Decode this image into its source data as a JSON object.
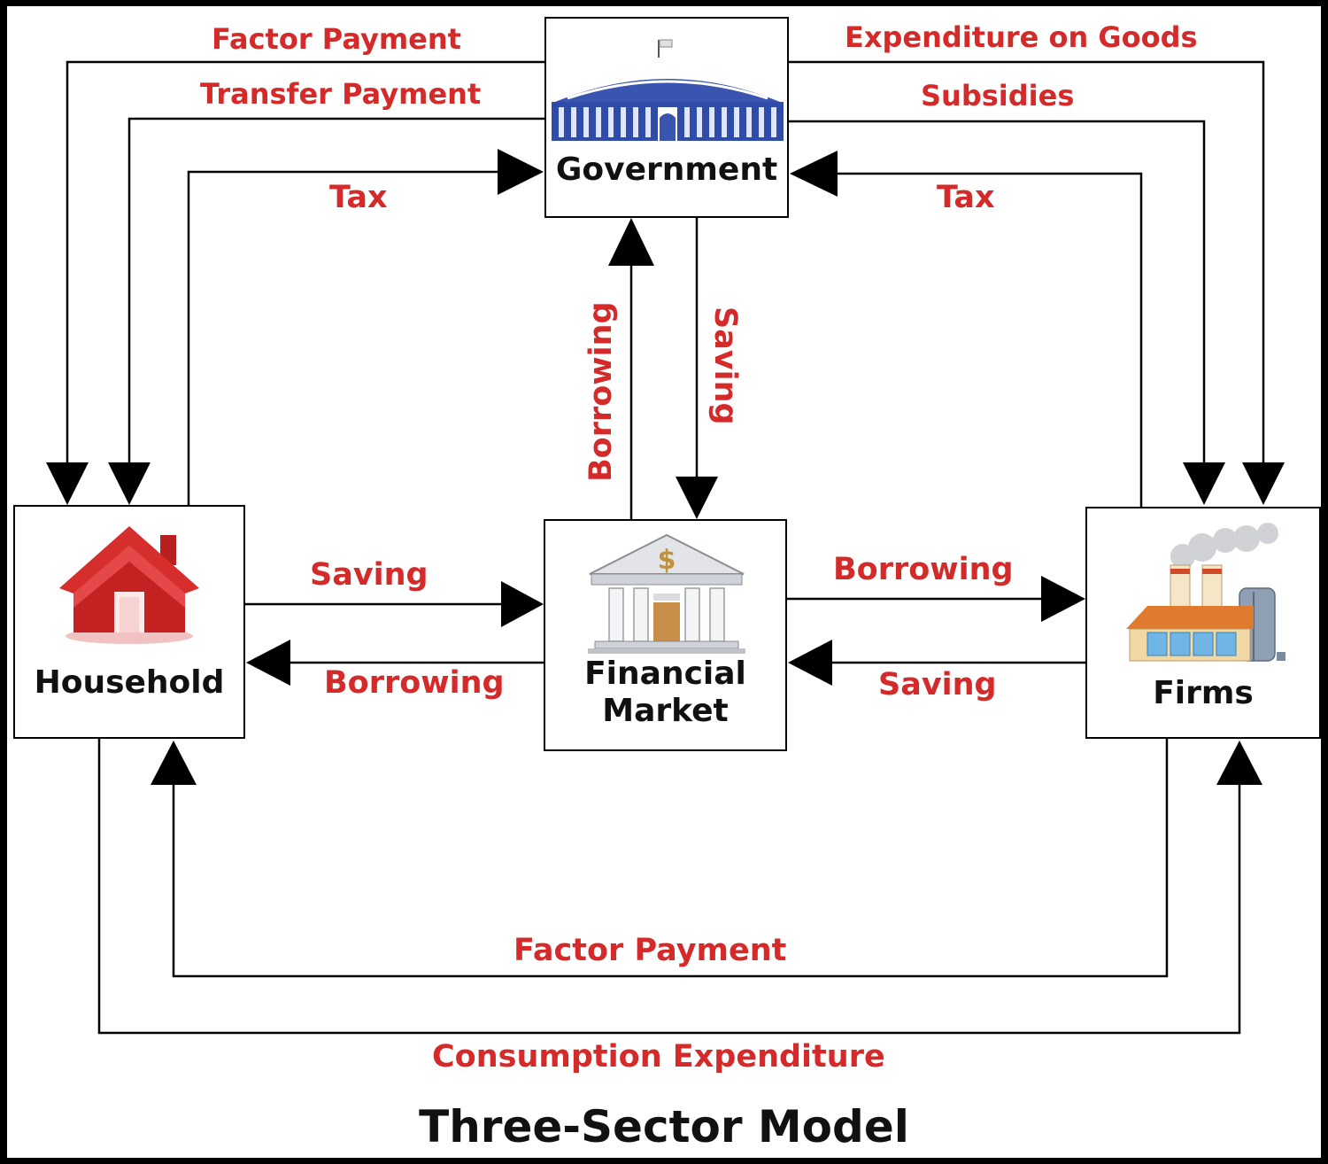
{
  "caption": "Three-Sector Model",
  "nodes": {
    "government": "Government",
    "household": "Household",
    "financial_market": "Financial\nMarket",
    "firms": "Firms"
  },
  "flows": {
    "factor_payment_top": "Factor Payment",
    "transfer_payment": "Transfer Payment",
    "tax_household": "Tax",
    "expenditure_on_goods": "Expenditure on Goods",
    "subsidies": "Subsidies",
    "tax_firms": "Tax",
    "borrowing_gov": "Borrowing",
    "saving_gov": "Saving",
    "saving_household": "Saving",
    "borrowing_household": "Borrowing",
    "borrowing_firms": "Borrowing",
    "saving_firms": "Saving",
    "factor_payment_bottom": "Factor Payment",
    "consumption_expenditure": "Consumption Expenditure"
  },
  "icons": {
    "government": "parliament-building-icon",
    "household": "house-icon",
    "financial_market": "bank-icon",
    "firms": "factory-icon"
  },
  "colors": {
    "flow_text": "#d42a2a",
    "line": "#000000",
    "house": "#d62d2d",
    "parliament": "#2f4da8"
  }
}
